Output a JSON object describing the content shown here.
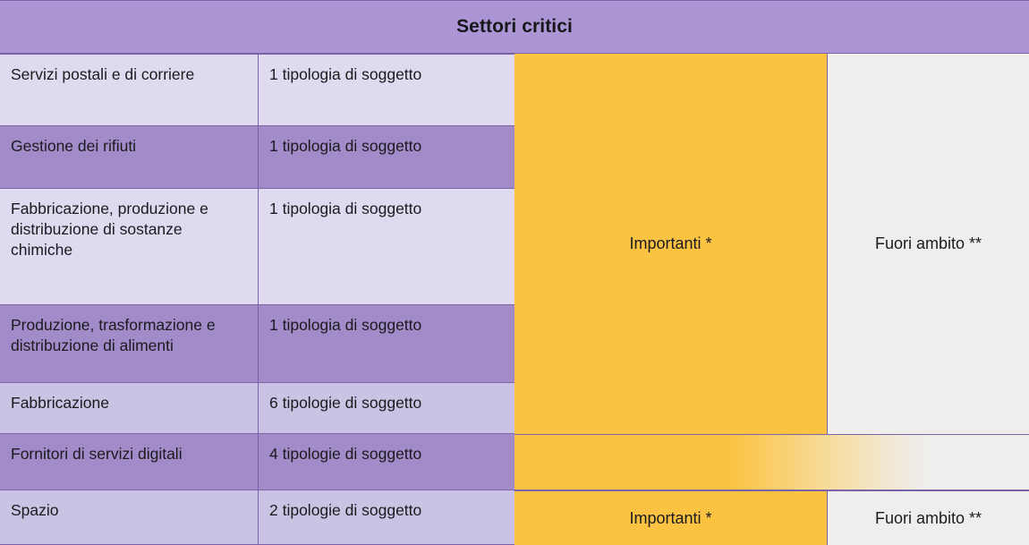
{
  "header": {
    "title": "Settori critici"
  },
  "columns": {
    "sector_header": "Settori critici",
    "classification_important": "Importanti *",
    "classification_out_of_scope": "Fuori ambito **"
  },
  "rows": [
    {
      "sector": "Servizi postali e di corriere",
      "count": "1 tipologia di soggetto",
      "shade": "light"
    },
    {
      "sector": "Gestione dei rifiuti",
      "count": "1 tipologia di soggetto",
      "shade": "dark"
    },
    {
      "sector": "Fabbricazione, produzione e distribuzione di sostanze chimiche",
      "count": "1 tipologia di soggetto",
      "shade": "light"
    },
    {
      "sector": "Produzione, trasformazione e distribuzione di alimenti",
      "count": "1 tipologia di soggetto",
      "shade": "dark"
    },
    {
      "sector": "Fabbricazione",
      "count": "6 tipologie di soggetto",
      "shade": "light"
    },
    {
      "sector": "Fornitori di servizi digitali",
      "count": "4 tipologie di soggetto",
      "shade": "dark"
    },
    {
      "sector": "Spazio",
      "count": "2 tipologie di soggetto",
      "shade": "light"
    }
  ],
  "right_blocks": {
    "important_main": "Importanti *",
    "out_of_scope_main": "Fuori ambito **",
    "gradient_row": "",
    "important_bottom": "Importanti *",
    "out_of_scope_bottom": "Fuori ambito **"
  },
  "colors": {
    "header_purple": "#ab95d4",
    "row_light": "#dfdaef",
    "row_light_alt": "#cbc3e3",
    "row_dark": "#a18bc8",
    "border": "#7a63a8",
    "orange": "#fcc342",
    "grey": "#efeeed",
    "text": "#1b1b1f"
  }
}
